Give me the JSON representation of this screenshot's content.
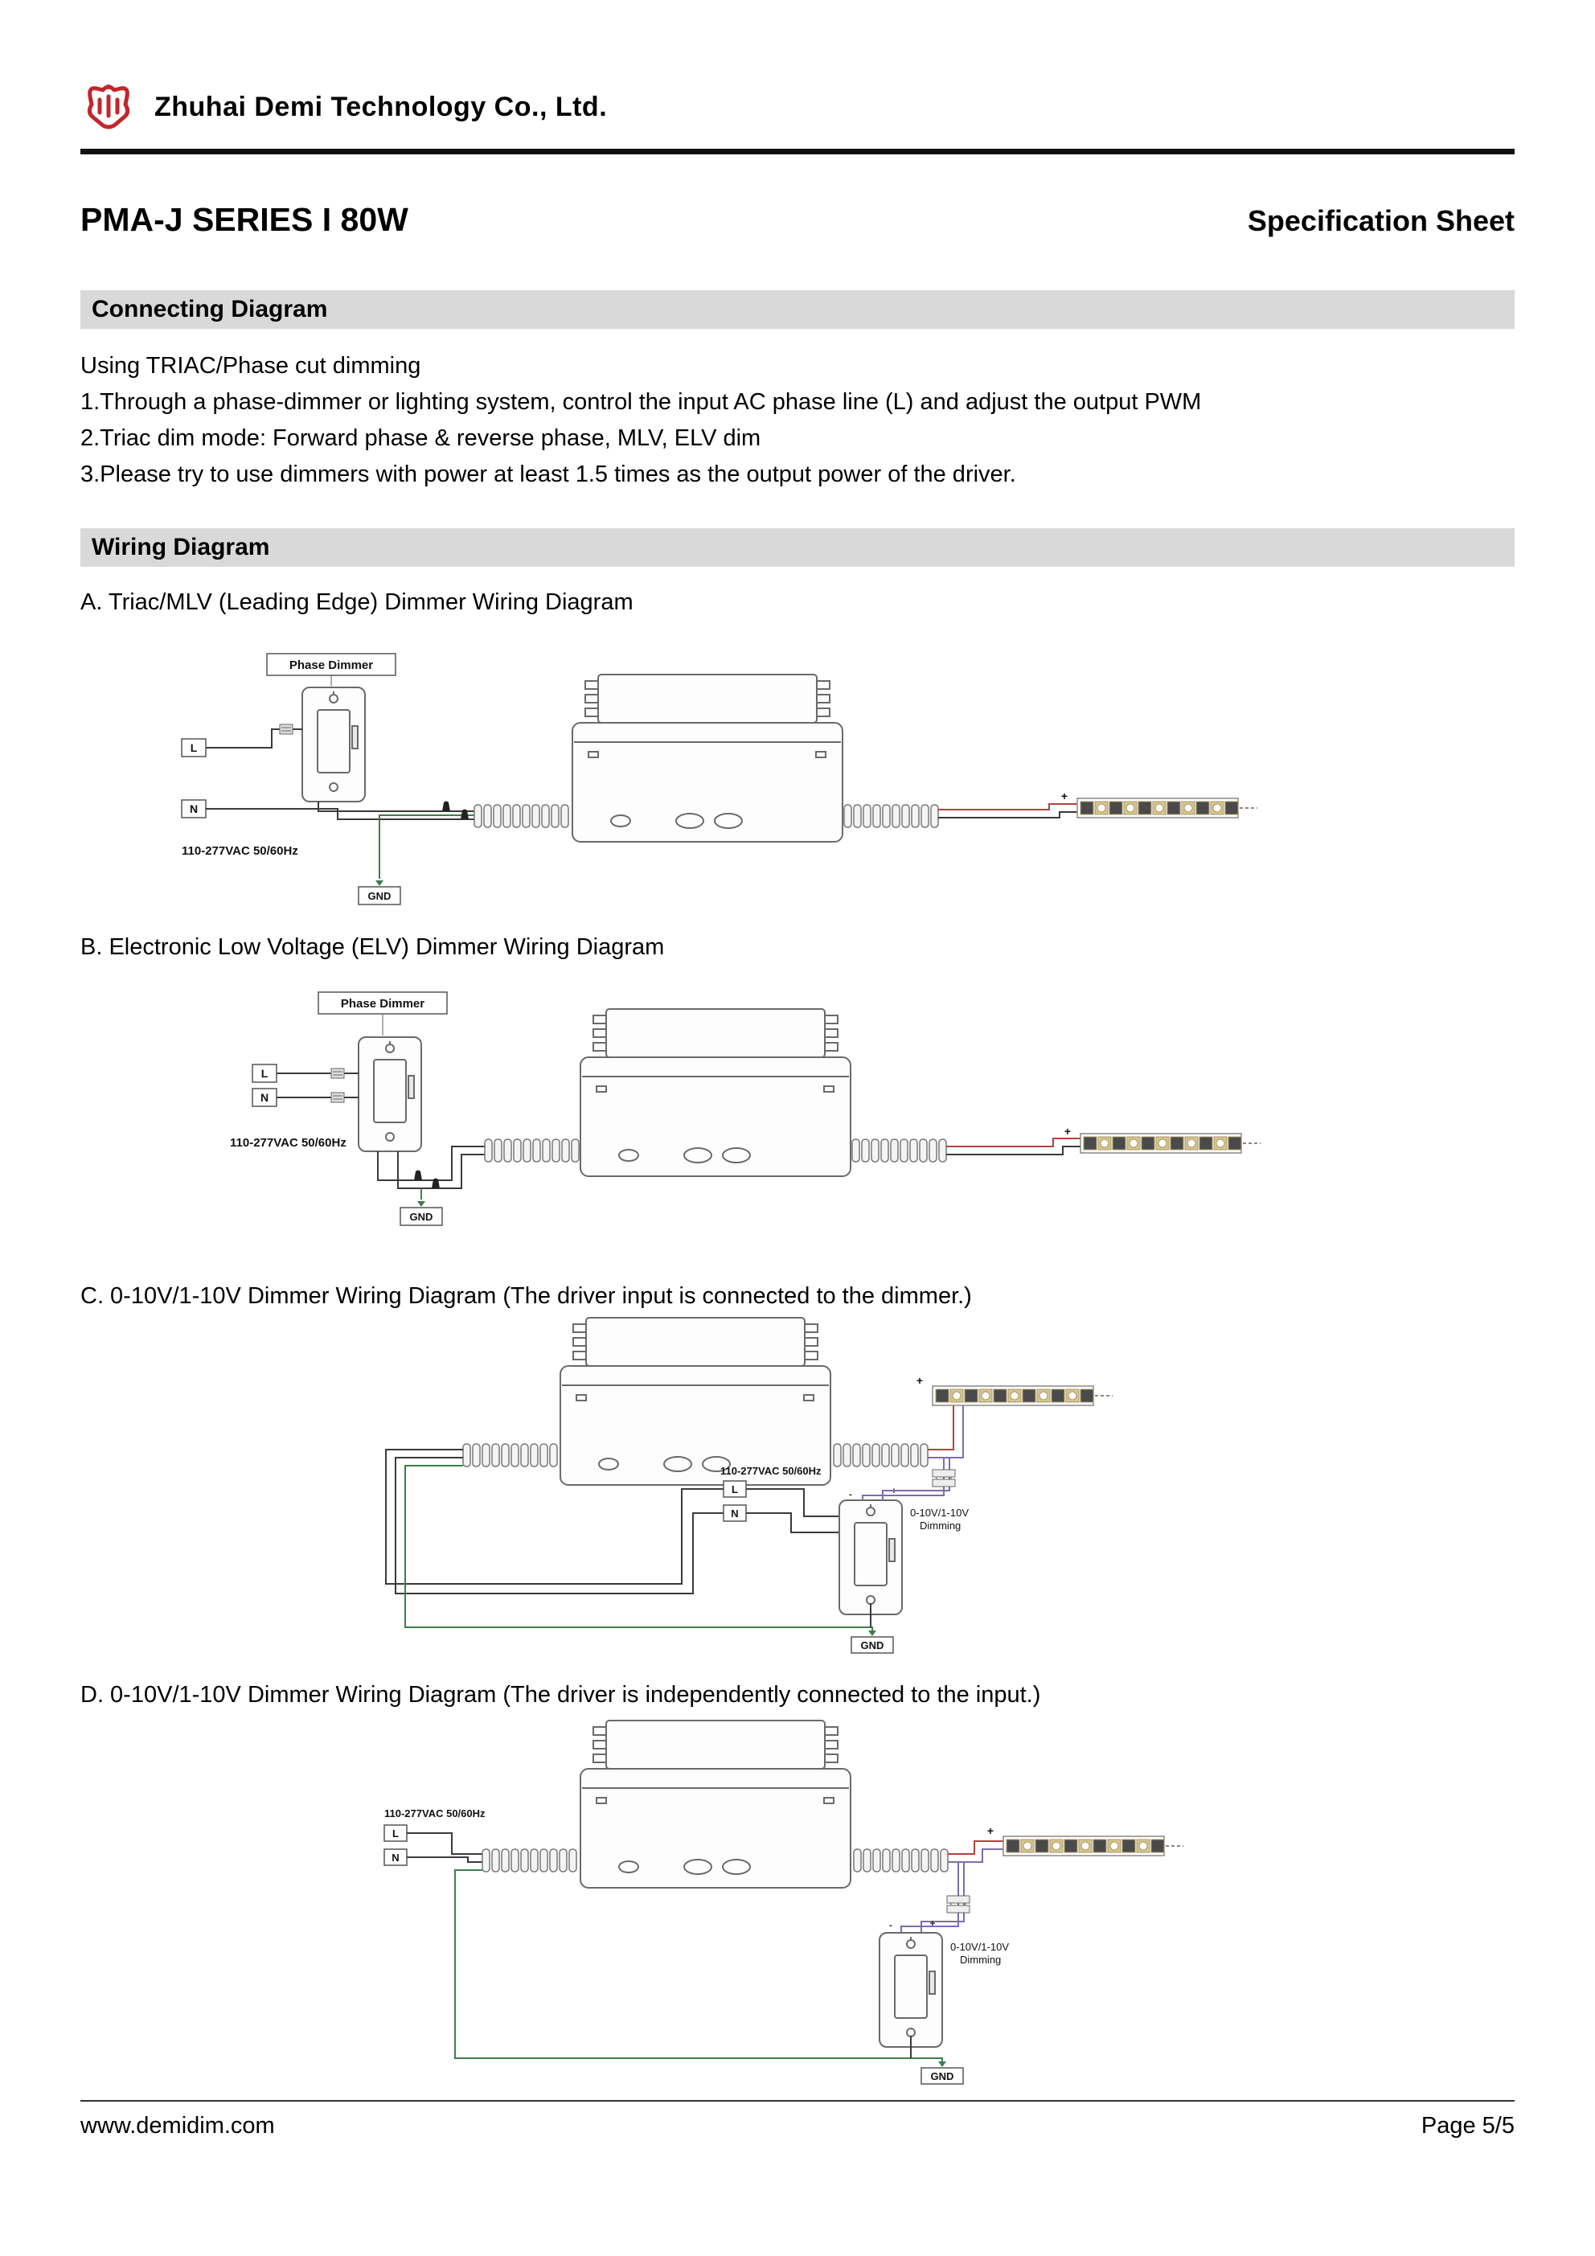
{
  "header": {
    "company": "Zhuhai Demi Technology Co., Ltd."
  },
  "title_row": {
    "product": "PMA-J SERIES I 80W",
    "sheet_type": "Specification Sheet"
  },
  "connecting": {
    "heading": "Connecting Diagram",
    "notes": [
      "Using TRIAC/Phase cut dimming",
      "1.Through a phase-dimmer or lighting system, control the input AC phase line (L) and adjust the output PWM",
      "2.Triac dim mode: Forward phase & reverse phase, MLV, ELV dim",
      "3.Please try to use dimmers with power at least 1.5 times as the output power of the driver."
    ]
  },
  "wiring": {
    "heading": "Wiring Diagram",
    "diagram_a_title": "A. Triac/MLV (Leading Edge) Dimmer Wiring Diagram",
    "diagram_b_title": "B. Electronic Low Voltage (ELV) Dimmer Wiring Diagram",
    "diagram_c_title": "C. 0-10V/1-10V Dimmer Wiring Diagram (The driver input is connected to the dimmer.)",
    "diagram_d_title": "D. 0-10V/1-10V Dimmer Wiring Diagram (The driver is independently connected to the input.)"
  },
  "diagram_labels": {
    "phase_dimmer": "Phase Dimmer",
    "line": "L",
    "neutral": "N",
    "ground": "GND",
    "input_rating": "110-277VAC 50/60Hz",
    "dim_range": "0-10V/1-10V",
    "dimming": "Dimming",
    "plus": "+",
    "minus": "-"
  },
  "footer": {
    "website": "www.demidim.com",
    "page": "Page 5/5"
  },
  "colors": {
    "brand_red": "#c1272d",
    "section_bar_bg": "#d9d9d9",
    "wire_black": "#3a3a3a",
    "wire_red": "#b5413c",
    "wire_green": "#3f7d4e",
    "wire_purple": "#7e6bb0",
    "led_gold": "#d8c48e"
  }
}
